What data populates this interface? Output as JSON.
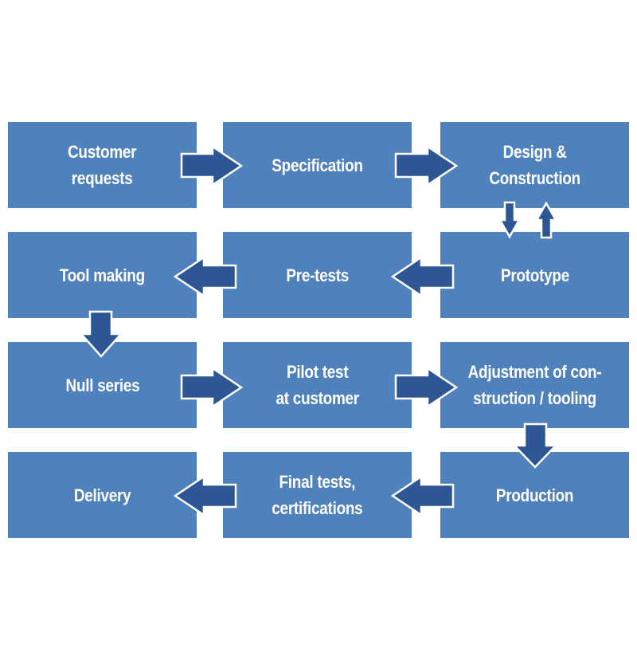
{
  "diagram": {
    "type": "process-flow",
    "colors": {
      "box_fill": "#4f81bd",
      "arrow_fill": "#2e5695",
      "arrow_outline": "#ffffff",
      "text": "#ffffff",
      "background": "#ffffff"
    },
    "steps": [
      {
        "id": "customer-requests",
        "label": "Customer\nrequests"
      },
      {
        "id": "specification",
        "label": "Specification"
      },
      {
        "id": "design-construction",
        "label": "Design &\nConstruction"
      },
      {
        "id": "prototype",
        "label": "Prototype"
      },
      {
        "id": "pre-tests",
        "label": "Pre-tests"
      },
      {
        "id": "tool-making",
        "label": "Tool making"
      },
      {
        "id": "null-series",
        "label": "Null series"
      },
      {
        "id": "pilot-test",
        "label": "Pilot test\nat customer"
      },
      {
        "id": "adjustment",
        "label": "Adjustment of con-\nstruction / tooling"
      },
      {
        "id": "production",
        "label": "Production"
      },
      {
        "id": "final-tests",
        "label": "Final tests,\ncertifications"
      },
      {
        "id": "delivery",
        "label": "Delivery"
      }
    ],
    "connections": [
      {
        "from": "customer-requests",
        "to": "specification",
        "direction": "right"
      },
      {
        "from": "specification",
        "to": "design-construction",
        "direction": "right"
      },
      {
        "from": "design-construction",
        "to": "prototype",
        "direction": "down"
      },
      {
        "from": "prototype",
        "to": "design-construction",
        "direction": "up"
      },
      {
        "from": "prototype",
        "to": "pre-tests",
        "direction": "left"
      },
      {
        "from": "pre-tests",
        "to": "tool-making",
        "direction": "left"
      },
      {
        "from": "tool-making",
        "to": "null-series",
        "direction": "down"
      },
      {
        "from": "null-series",
        "to": "pilot-test",
        "direction": "right"
      },
      {
        "from": "pilot-test",
        "to": "adjustment",
        "direction": "right"
      },
      {
        "from": "adjustment",
        "to": "production",
        "direction": "down"
      },
      {
        "from": "production",
        "to": "final-tests",
        "direction": "left"
      },
      {
        "from": "final-tests",
        "to": "delivery",
        "direction": "left"
      }
    ]
  }
}
